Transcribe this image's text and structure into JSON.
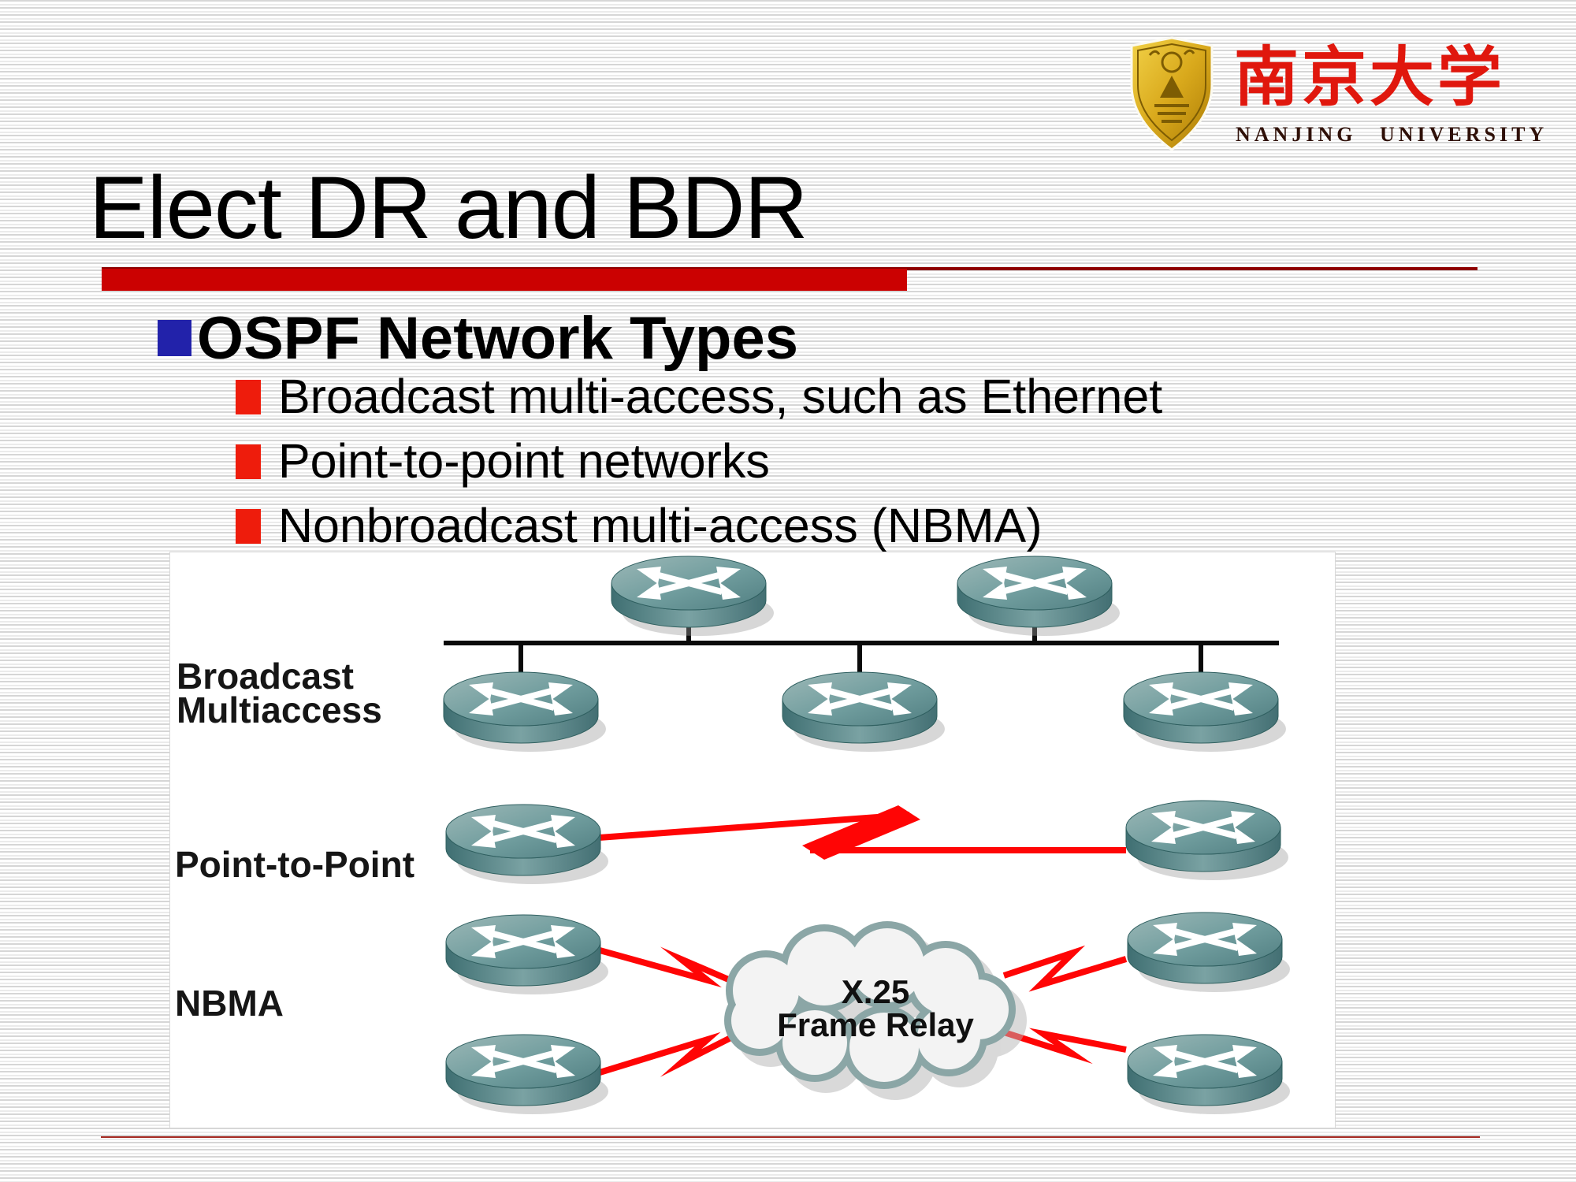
{
  "slide": {
    "title": "Elect DR and BDR",
    "heading": {
      "label": "OSPF Network Types"
    },
    "bullets": [
      {
        "label": "Broadcast multi-access, such as Ethernet"
      },
      {
        "label": "Point-to-point networks"
      },
      {
        "label": "Nonbroadcast multi-access (NBMA)"
      }
    ]
  },
  "logo": {
    "university_cn": "南京大学",
    "university_en": "NANJING UNIVERSITY"
  },
  "diagram": {
    "broadcast_label_line1": "Broadcast",
    "broadcast_label_line2": "Multiaccess",
    "p2p_label": "Point-to-Point",
    "nbma_label": "NBMA",
    "cloud_label_line1": "X.25",
    "cloud_label_line2": "Frame Relay"
  },
  "icons": {
    "router": "cisco-router-icon",
    "cloud": "wan-cloud-icon",
    "emblem": "nanjing-university-shield-icon"
  },
  "colors": {
    "accent_bar_red": "#cb0101",
    "accent_line_dark_red": "#8e0000",
    "bottom_rule_red": "#a52a22",
    "heading_bullet_blue": "#2222aa",
    "item_bullet_red": "#ee1c0c",
    "router_teal": "#6f9c9d",
    "link_red": "#ff0505",
    "bus_black": "#0a0a0a",
    "logo_text_red": "#e0170d"
  }
}
